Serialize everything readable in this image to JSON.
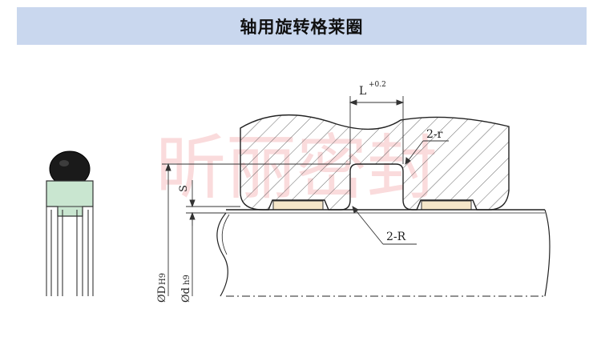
{
  "title": "轴用旋转格莱圈",
  "watermark": "昕丽密封",
  "labels": {
    "groove_width": "L",
    "groove_width_tol": "+0.2",
    "radius_small": "2-r",
    "radius_large": "2-R",
    "gap": "S",
    "bore_diameter": "ØD",
    "bore_tol": "H9",
    "shaft_diameter": "Ød",
    "shaft_tol": "h9"
  },
  "colors": {
    "title_bg": "#c9d7ee",
    "oring": "#1a1a1a",
    "profile_ring": "#c9e6d0",
    "seal_strip": "#f5e6c8",
    "watermark": "#e2262b"
  }
}
